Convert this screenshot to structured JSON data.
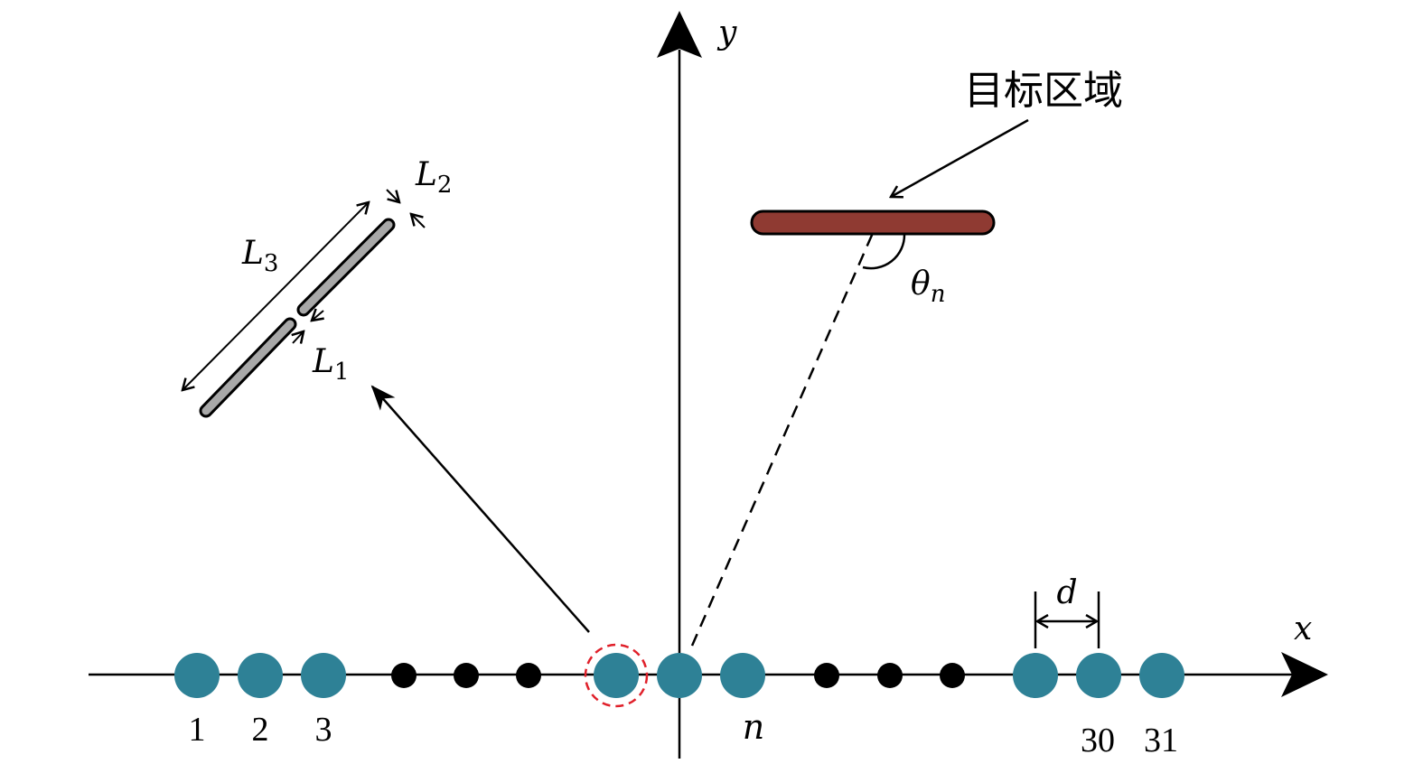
{
  "axes": {
    "x_label": "x",
    "y_label": "y"
  },
  "target": {
    "label": "目标区域",
    "angle_label": "θ",
    "angle_subscript": "n"
  },
  "array": {
    "element_labels": [
      {
        "text": "1"
      },
      {
        "text": "2"
      },
      {
        "text": "3"
      },
      {
        "text": "n"
      },
      {
        "text": "30"
      },
      {
        "text": "31"
      }
    ],
    "spacing_label": "d"
  },
  "dipole": {
    "L1": {
      "main": "L",
      "sub": "1"
    },
    "L2": {
      "main": "L",
      "sub": "2"
    },
    "L3": {
      "main": "L",
      "sub": "3"
    }
  },
  "colors": {
    "element": "#2e8196",
    "target": "#8f3a32",
    "rod": "#a8a8a8",
    "highlight": "#e0202a"
  }
}
